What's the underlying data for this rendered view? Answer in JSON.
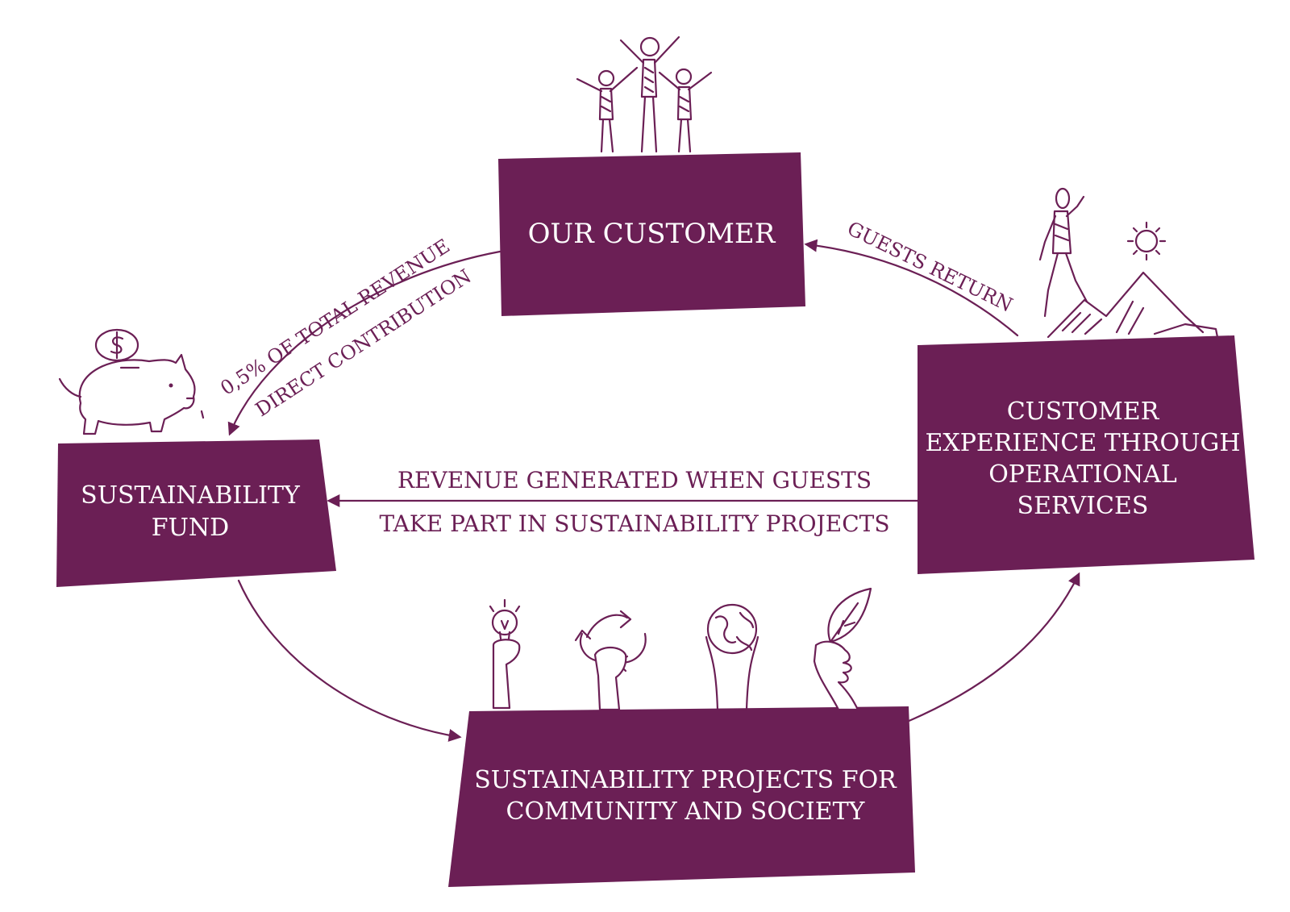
{
  "colors": {
    "box": "#6b1f55",
    "line": "#6b1f55",
    "box_text": "#ffffff",
    "background": "#ffffff"
  },
  "nodes": {
    "customer": {
      "label": "OUR CUSTOMER"
    },
    "fund": {
      "lines": [
        "SUSTAINABILITY",
        "FUND"
      ]
    },
    "experience": {
      "lines": [
        "CUSTOMER",
        "EXPERIENCE THROUGH",
        "OPERATIONAL",
        "SERVICES"
      ]
    },
    "projects": {
      "lines": [
        "SUSTAINABILITY PROJECTS FOR",
        "COMMUNITY AND SOCIETY"
      ]
    }
  },
  "edges": {
    "customer_to_fund": {
      "line1": "0,5% OF TOTAL REVENUE",
      "line2": "DIRECT CONTRIBUTION"
    },
    "experience_to_customer": {
      "label": "GUESTS RETURN"
    },
    "experience_to_fund": {
      "line1": "REVENUE GENERATED WHEN GUESTS",
      "line2": "TAKE PART IN SUSTAINABILITY PROJECTS"
    }
  },
  "icons": {
    "customer": "cheering-people-icon",
    "fund": "piggy-bank-icon",
    "fund_coin": "dollar-coin-icon",
    "experience": "hiker-mountain-icon",
    "project_1": "hand-lightbulb-icon",
    "project_2": "hand-recycle-icon",
    "project_3": "hands-globe-icon",
    "project_4": "hand-leaf-icon"
  }
}
